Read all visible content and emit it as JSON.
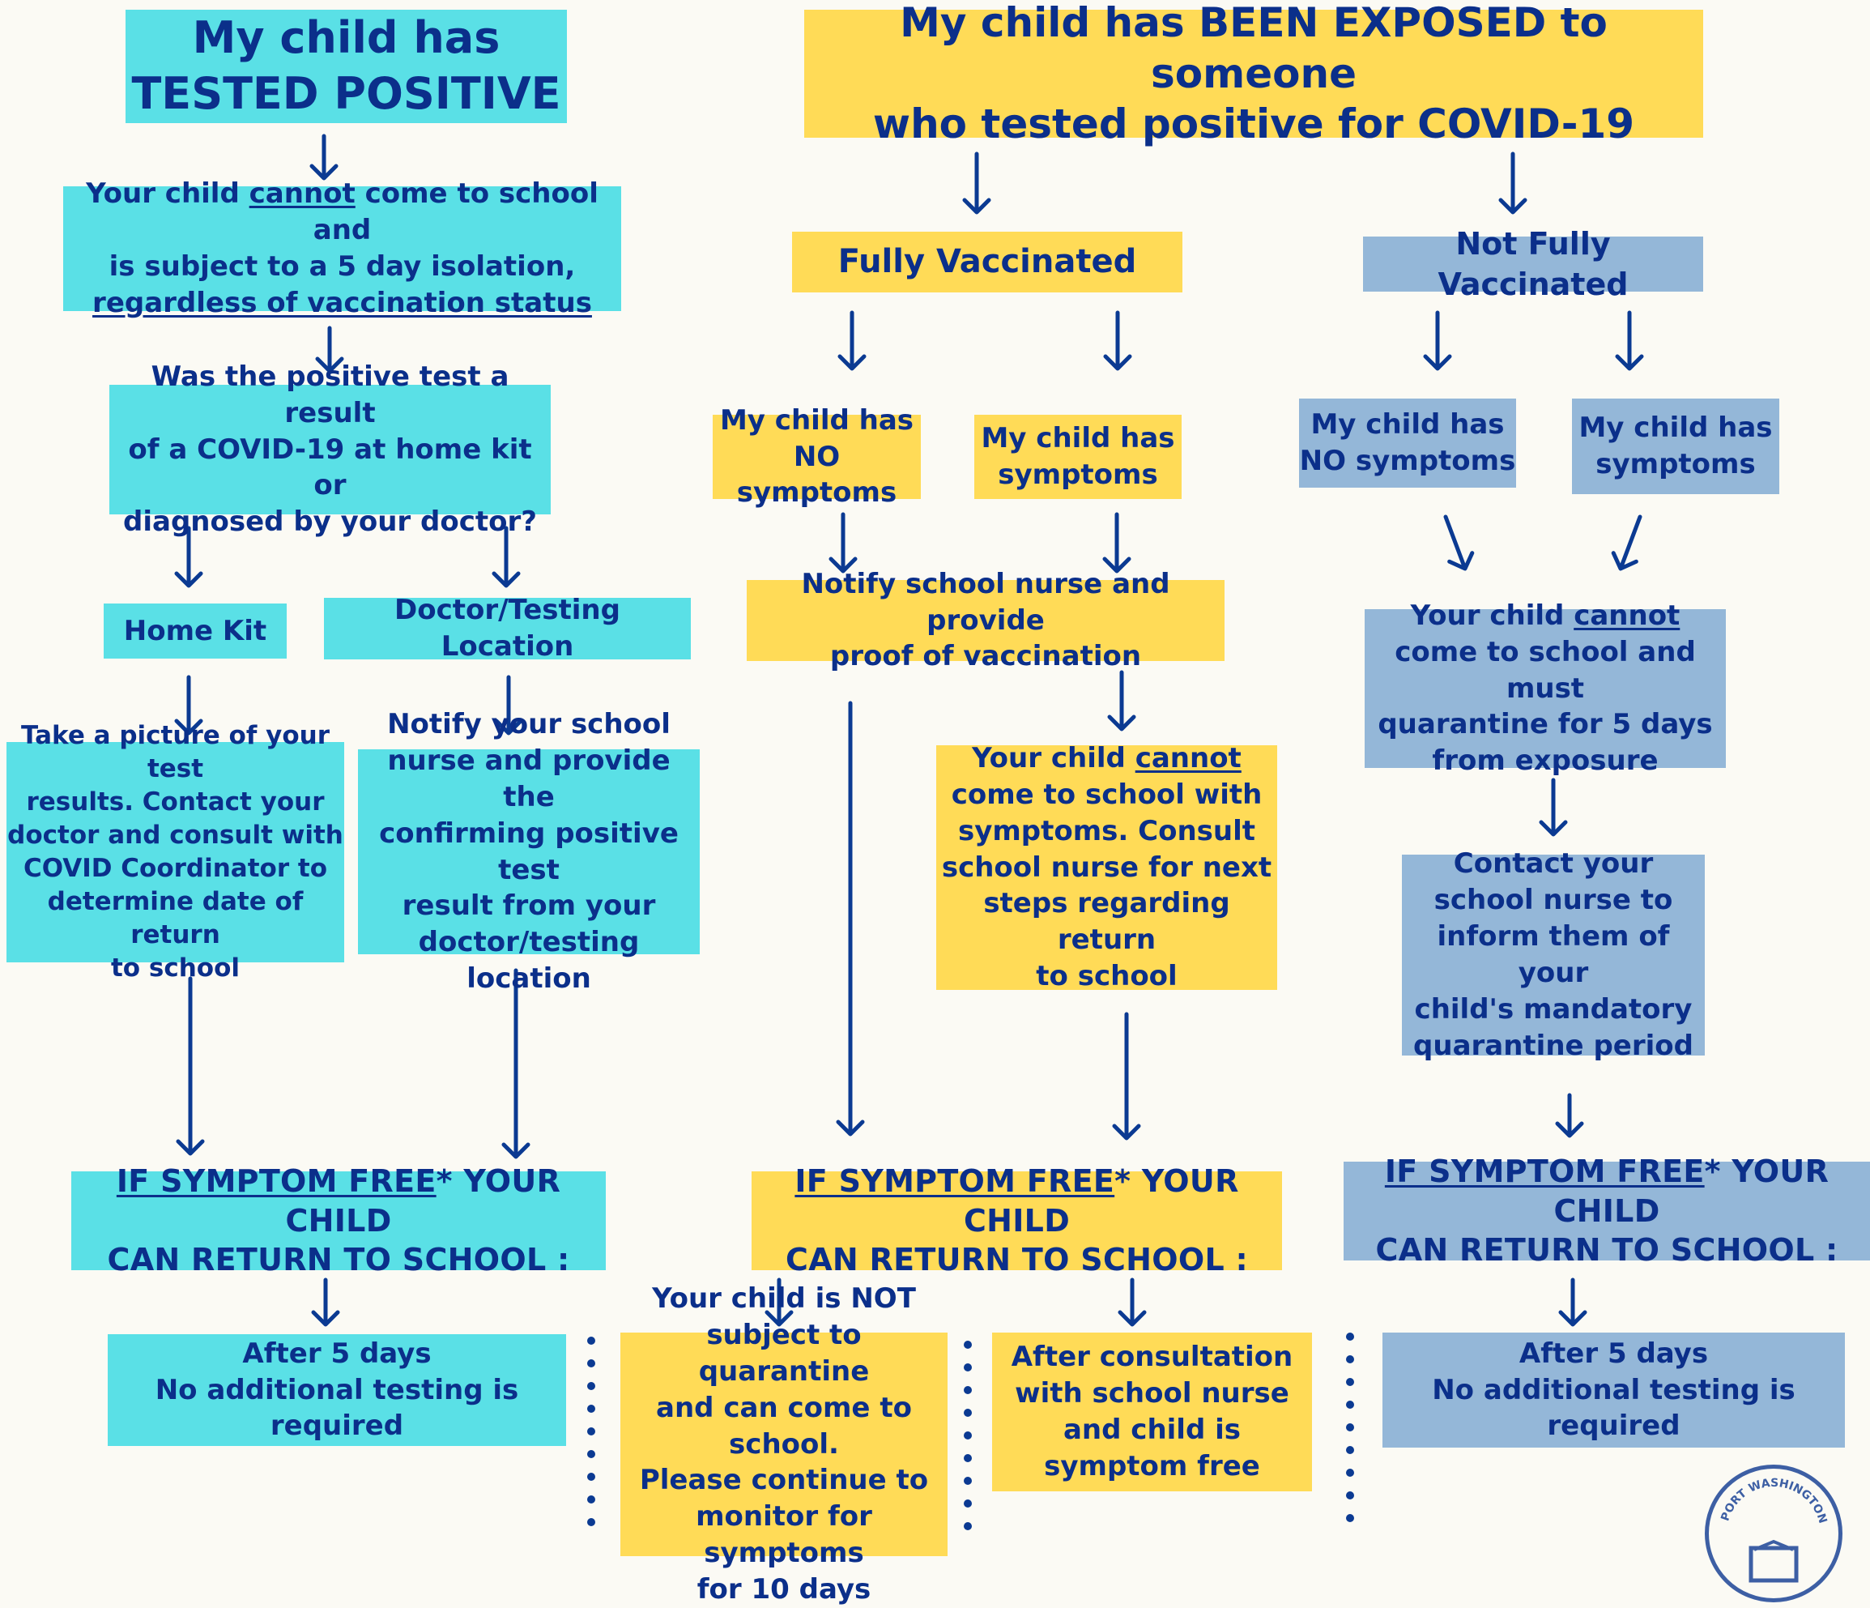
{
  "positive": {
    "header": [
      "My child has",
      "TESTED POSITIVE"
    ],
    "cannot": {
      "pre": "Your child ",
      "u": "cannot",
      "post": " come to school and",
      "line2": "is subject to a 5 day isolation,",
      "line3": "regardless of vaccination status"
    },
    "question": [
      "Was the positive test a result",
      "of a COVID-19 at home kit or",
      "diagnosed by your doctor?"
    ],
    "home_kit": "Home Kit",
    "doctor": "Doctor/Testing Location",
    "home_kit_text": [
      "Take a picture of your test",
      "results. Contact your",
      "doctor and consult with",
      "COVID Coordinator to",
      "determine date of return",
      "to school"
    ],
    "doctor_text": [
      "Notify your school",
      "nurse and provide the",
      "confirming positive test",
      "result from your",
      "doctor/testing location"
    ],
    "return": {
      "u": "IF SYMPTOM FREE",
      "post": "* YOUR CHILD",
      "line2": "CAN RETURN TO SCHOOL :"
    },
    "after": [
      "After 5 days",
      "No additional testing is required"
    ]
  },
  "exposed": {
    "header": [
      "My child has BEEN EXPOSED to someone",
      "who tested positive for COVID-19"
    ],
    "vaccinated": {
      "label": "Fully Vaccinated",
      "no_symptoms": [
        "My child has",
        "NO symptoms"
      ],
      "symptoms": [
        "My child has",
        "symptoms"
      ],
      "notify": [
        "Notify school nurse and provide",
        "proof of vaccination"
      ],
      "cannot": {
        "pre": "Your child ",
        "u": "cannot",
        "post": "",
        "rest": [
          "come to school with",
          "symptoms. Consult",
          "school nurse for next",
          "steps regarding return",
          "to school"
        ]
      },
      "return": {
        "u": "IF SYMPTOM FREE",
        "post": "* YOUR CHILD",
        "line2": "CAN RETURN TO SCHOOL :"
      },
      "not_subject": [
        "Your child is NOT",
        "subject to quarantine",
        "and can come to school.",
        "Please continue to",
        "monitor for symptoms",
        "for 10 days"
      ],
      "after_consult": [
        "After consultation",
        "with school nurse",
        "and child is",
        "symptom free"
      ]
    },
    "not_vaccinated": {
      "label": "Not Fully Vaccinated",
      "no_symptoms": [
        "My child has",
        "NO symptoms"
      ],
      "symptoms": [
        "My child has",
        "symptoms"
      ],
      "cannot": {
        "pre": "Your child ",
        "u": "cannot",
        "rest": [
          "come to school and must",
          "quarantine for 5 days",
          "from exposure"
        ]
      },
      "contact": [
        "Contact your",
        "school nurse to",
        "inform them of your",
        "child's mandatory",
        "quarantine period"
      ],
      "return": {
        "u": "IF SYMPTOM FREE",
        "post": "* YOUR CHILD",
        "line2": "CAN RETURN TO SCHOOL :"
      },
      "after": [
        "After 5 days",
        "No additional testing is required"
      ]
    }
  },
  "logo_text": "PORT WASHINGTON",
  "colors": {
    "cyan": "#5ae0e6",
    "yellow": "#ffdb57",
    "blue": "#94b7d8",
    "text": "#0b2f8a",
    "arrow": "#0b3a92"
  }
}
